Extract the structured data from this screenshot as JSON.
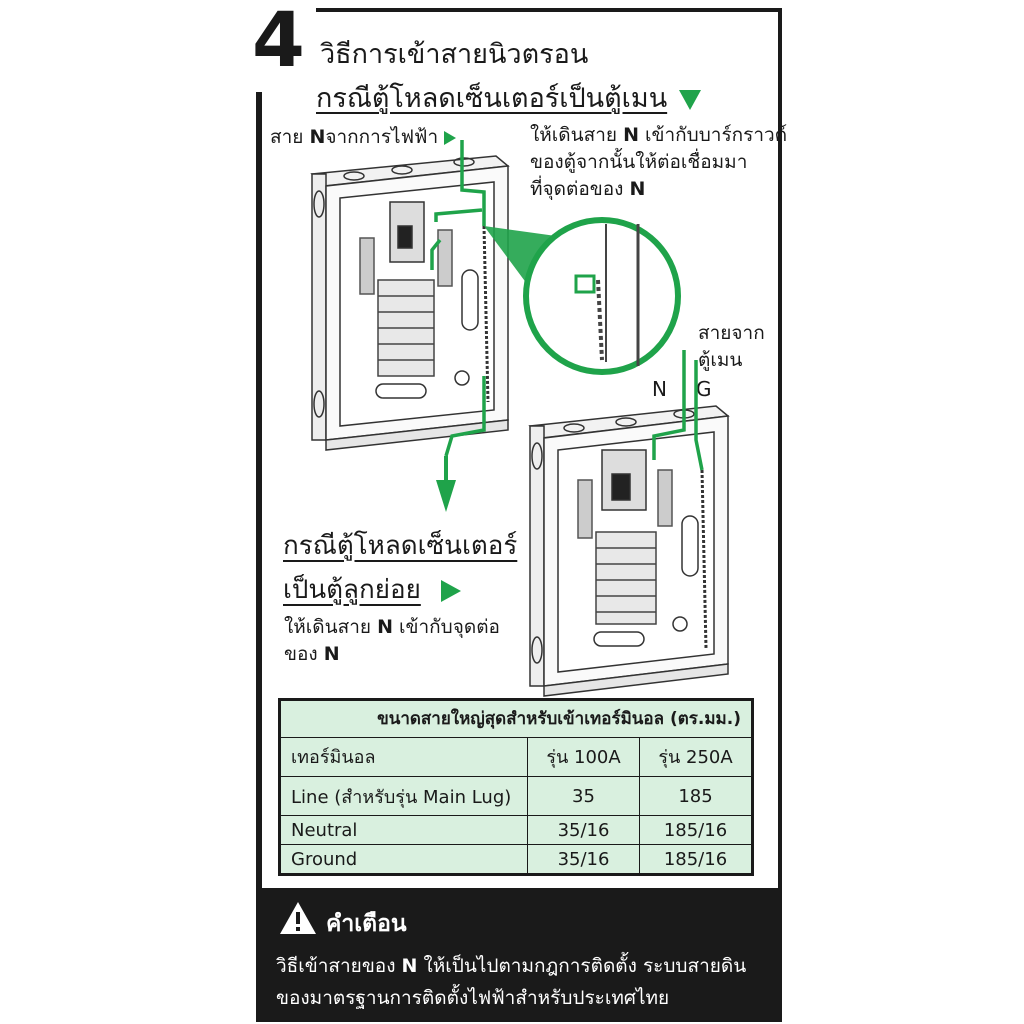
{
  "step_number": "4",
  "main_title": "วิธีการเข้าสายนิวตรอน",
  "subtitle_main": "กรณีตู้โหลดเซ็นเตอร์เป็นตู้เมน",
  "label_n_from_utility_prefix": "สาย",
  "label_n_from_utility_n": "N",
  "label_n_from_utility_suffix": "จากการไฟฟ้า",
  "main_instruction_line1_prefix": "ให้เดินสาย",
  "main_instruction_line1_n": "N",
  "main_instruction_line1_suffix": "เข้ากับบาร์กราวด์",
  "main_instruction_line2": "ของตู้จากนั้นให้ต่อเชื่อมมา",
  "main_instruction_line3_prefix": "ที่จุดต่อของ",
  "main_instruction_line3_n": "N",
  "label_from_main_line1": "สายจาก",
  "label_from_main_line2": "ตู้เมน",
  "label_n": "N",
  "label_g": "G",
  "subtitle_sub_line1": "กรณีตู้โหลดเซ็นเตอร์",
  "subtitle_sub_line2": "เป็นตู้ลูกย่อย",
  "sub_instruction_line1_prefix": "ให้เดินสาย",
  "sub_instruction_line1_n": "N",
  "sub_instruction_line1_suffix": "เข้ากับจุดต่อ",
  "sub_instruction_line2_prefix": "ของ",
  "sub_instruction_line2_n": "N",
  "table": {
    "title": "ขนาดสายใหญ่สุดสำหรับเข้าเทอร์มินอล (ตร.มม.)",
    "headers": [
      "เทอร์มินอล",
      "รุ่น 100A",
      "รุ่น 250A"
    ],
    "rows": [
      [
        "Line (สำหรับรุ่น Main Lug)",
        "35",
        "185"
      ],
      [
        "Neutral",
        "35/16",
        "185/16"
      ],
      [
        "Ground",
        "35/16",
        "185/16"
      ]
    ]
  },
  "warning": {
    "title": "คำเตือน",
    "line1_prefix": "วิธีเข้าสายของ",
    "line1_n": "N",
    "line1_suffix": "ให้เป็นไปตามกฎการติดตั้ง ระบบสายดิน",
    "line2": "ของมาตรฐานการติดตั้งไฟฟ้าสำหรับประเทศไทย"
  },
  "colors": {
    "accent_green": "#1fa34a",
    "table_bg": "#d9f0df",
    "dark": "#1a1a1a"
  }
}
